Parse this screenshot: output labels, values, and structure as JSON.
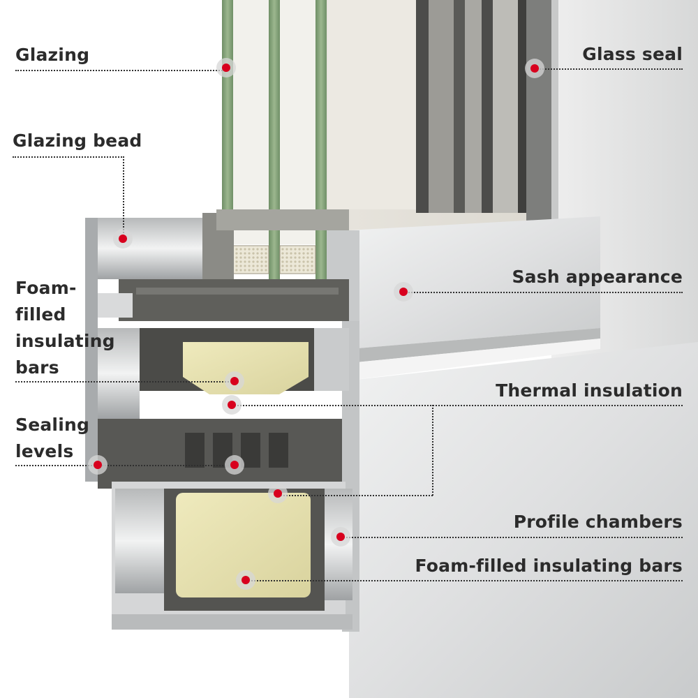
{
  "callouts": {
    "glazing": "Glazing",
    "glazing_bead": "Glazing bead",
    "foam_bars_left": [
      "Foam-",
      "filled",
      "insulating",
      "bars"
    ],
    "sealing_levels": [
      "Sealing",
      "levels"
    ],
    "glass_seal": "Glass seal",
    "sash_appearance": "Sash appearance",
    "thermal_insulation": "Thermal insulation",
    "profile_chambers": "Profile chambers",
    "foam_bars_right": "Foam-filled insulating bars"
  },
  "colors": {
    "marker": "#d8001e",
    "label_text": "#2b2b2b",
    "aluminium": "#cfd1d2",
    "glass_edge": "#86a57a",
    "insulation_foam": "#e4dfae",
    "polyamide_core": "#5b5b58"
  }
}
